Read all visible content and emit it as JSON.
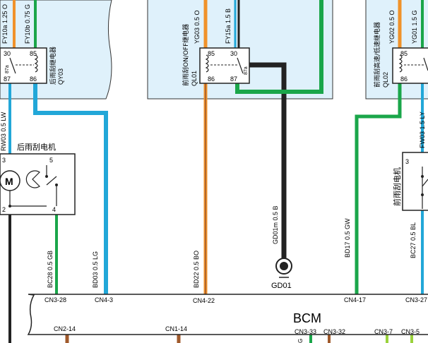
{
  "colors": {
    "fuse_box_fill": "#dff1fb",
    "wire_black": "#222222",
    "wire_green": "#1aa64a",
    "wire_blue": "#22a7d8",
    "wire_orange": "#f0922a",
    "wire_brown": "#a05a2c",
    "wire_lightgreen": "#9ad23c"
  },
  "top_wires": {
    "left_a": "FY10a 1.25 O",
    "left_b": "FY10b 0.75 G",
    "mid_a": "YG03 0.5 O",
    "mid_b": "FY15a 1.5 B",
    "right_a": "YG02 0.5 O",
    "right_b": "YG01 1.5 G"
  },
  "relay_rear": {
    "name": "后雨刮继电器",
    "code": "QY03",
    "pin_30": "30",
    "pin_85": "85",
    "pin_87a": "87a",
    "pin_87": "87",
    "pin_86": "86"
  },
  "relay_front_onoff": {
    "name": "前雨刮ON/OFF继电器",
    "code": "QL01",
    "pin_85": "85",
    "pin_30": "30",
    "pin_87a": "87a",
    "pin_86": "86",
    "pin_87": "87"
  },
  "relay_front_speed": {
    "name": "前雨刮高速/低速继电器",
    "code": "QL02",
    "pin_85": "85",
    "pin_86": "86"
  },
  "rear_motor": {
    "title": "后雨刮电机",
    "symbol": "M",
    "pin_3": "3",
    "pin_5": "5",
    "pin_2": "2",
    "pin_4": "4",
    "wire_in": "RW03 0.5 LW"
  },
  "front_motor": {
    "title": "前雨刮电机",
    "pin_3": "3",
    "wire_in": "FW03 1.5 LY"
  },
  "wires": {
    "bc28": "BC28 0.5 GB",
    "bd03": "BD03 0.5 LG",
    "bd22": "BD22 0.5 BO",
    "gd01m": "GD01m 0.5 B",
    "bd17": "BD17 0.5 GW",
    "bc27": "BC27 0.5 BL"
  },
  "ground": {
    "label": "GD01"
  },
  "bcm": {
    "title": "BCM",
    "pins_top": [
      "CN3-28",
      "CN4-3",
      "CN4-22",
      "CN4-17",
      "CN3-27"
    ],
    "pins_bottom": [
      "CN2-14",
      "CN1-14",
      "CN3-33",
      "CN3-32",
      "CN3-7",
      "CN3-5"
    ],
    "sub_g": "G"
  }
}
